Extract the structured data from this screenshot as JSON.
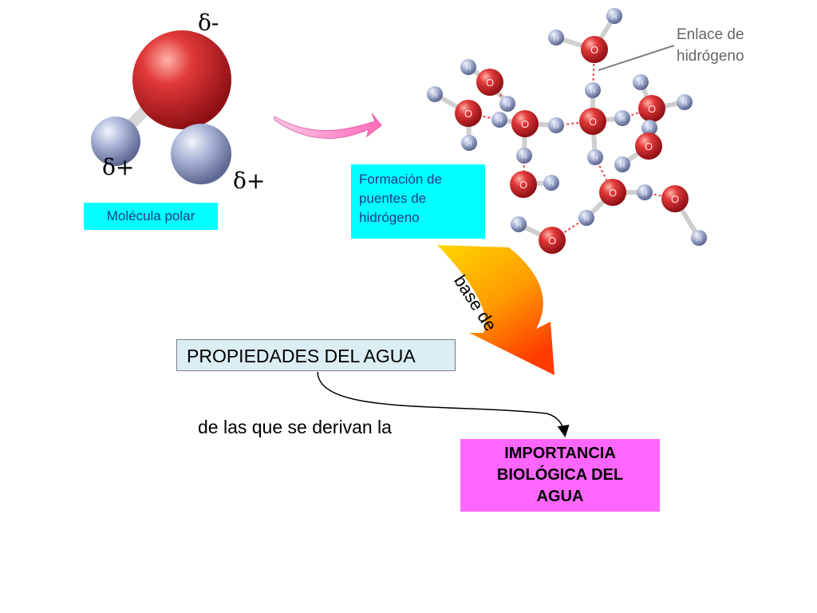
{
  "molecule": {
    "delta_minus": "δ-",
    "delta_plus_left": "δ+",
    "delta_plus_right": "δ+",
    "label": "Molécula polar"
  },
  "network": {
    "caption": "Formación de puentes de hidrógeno",
    "caption_lines": [
      "Formación de",
      "puentes de",
      "hidrógeno"
    ],
    "bond_label": "Enlace de hidrógeno",
    "bond_label_lines": [
      "Enlace de",
      "hidrógeno"
    ],
    "atom_letter_h": "H",
    "atom_letter_o": "O"
  },
  "flow": {
    "arrow_label": "base de",
    "properties": "PROPIEDADES DEL AGUA",
    "connector_text": "de las que se derivan la",
    "importance": "IMPORTANCIA BIOLÓGICA DEL AGUA",
    "importance_lines": [
      "IMPORTANCIA",
      "BIOLÓGICA DEL",
      "AGUA"
    ]
  },
  "colors": {
    "cyan_box": "#00ffff",
    "magenta_box": "#ff66ff",
    "properties_box": "#dbeef3",
    "oxygen": "#d9262b",
    "hydrogen": "#9aa6c8",
    "hbond": "#e24a4a",
    "curve_arrow": "#ff88c8",
    "big_arrow_top": "#ffd700",
    "big_arrow_bottom": "#ff4500"
  }
}
